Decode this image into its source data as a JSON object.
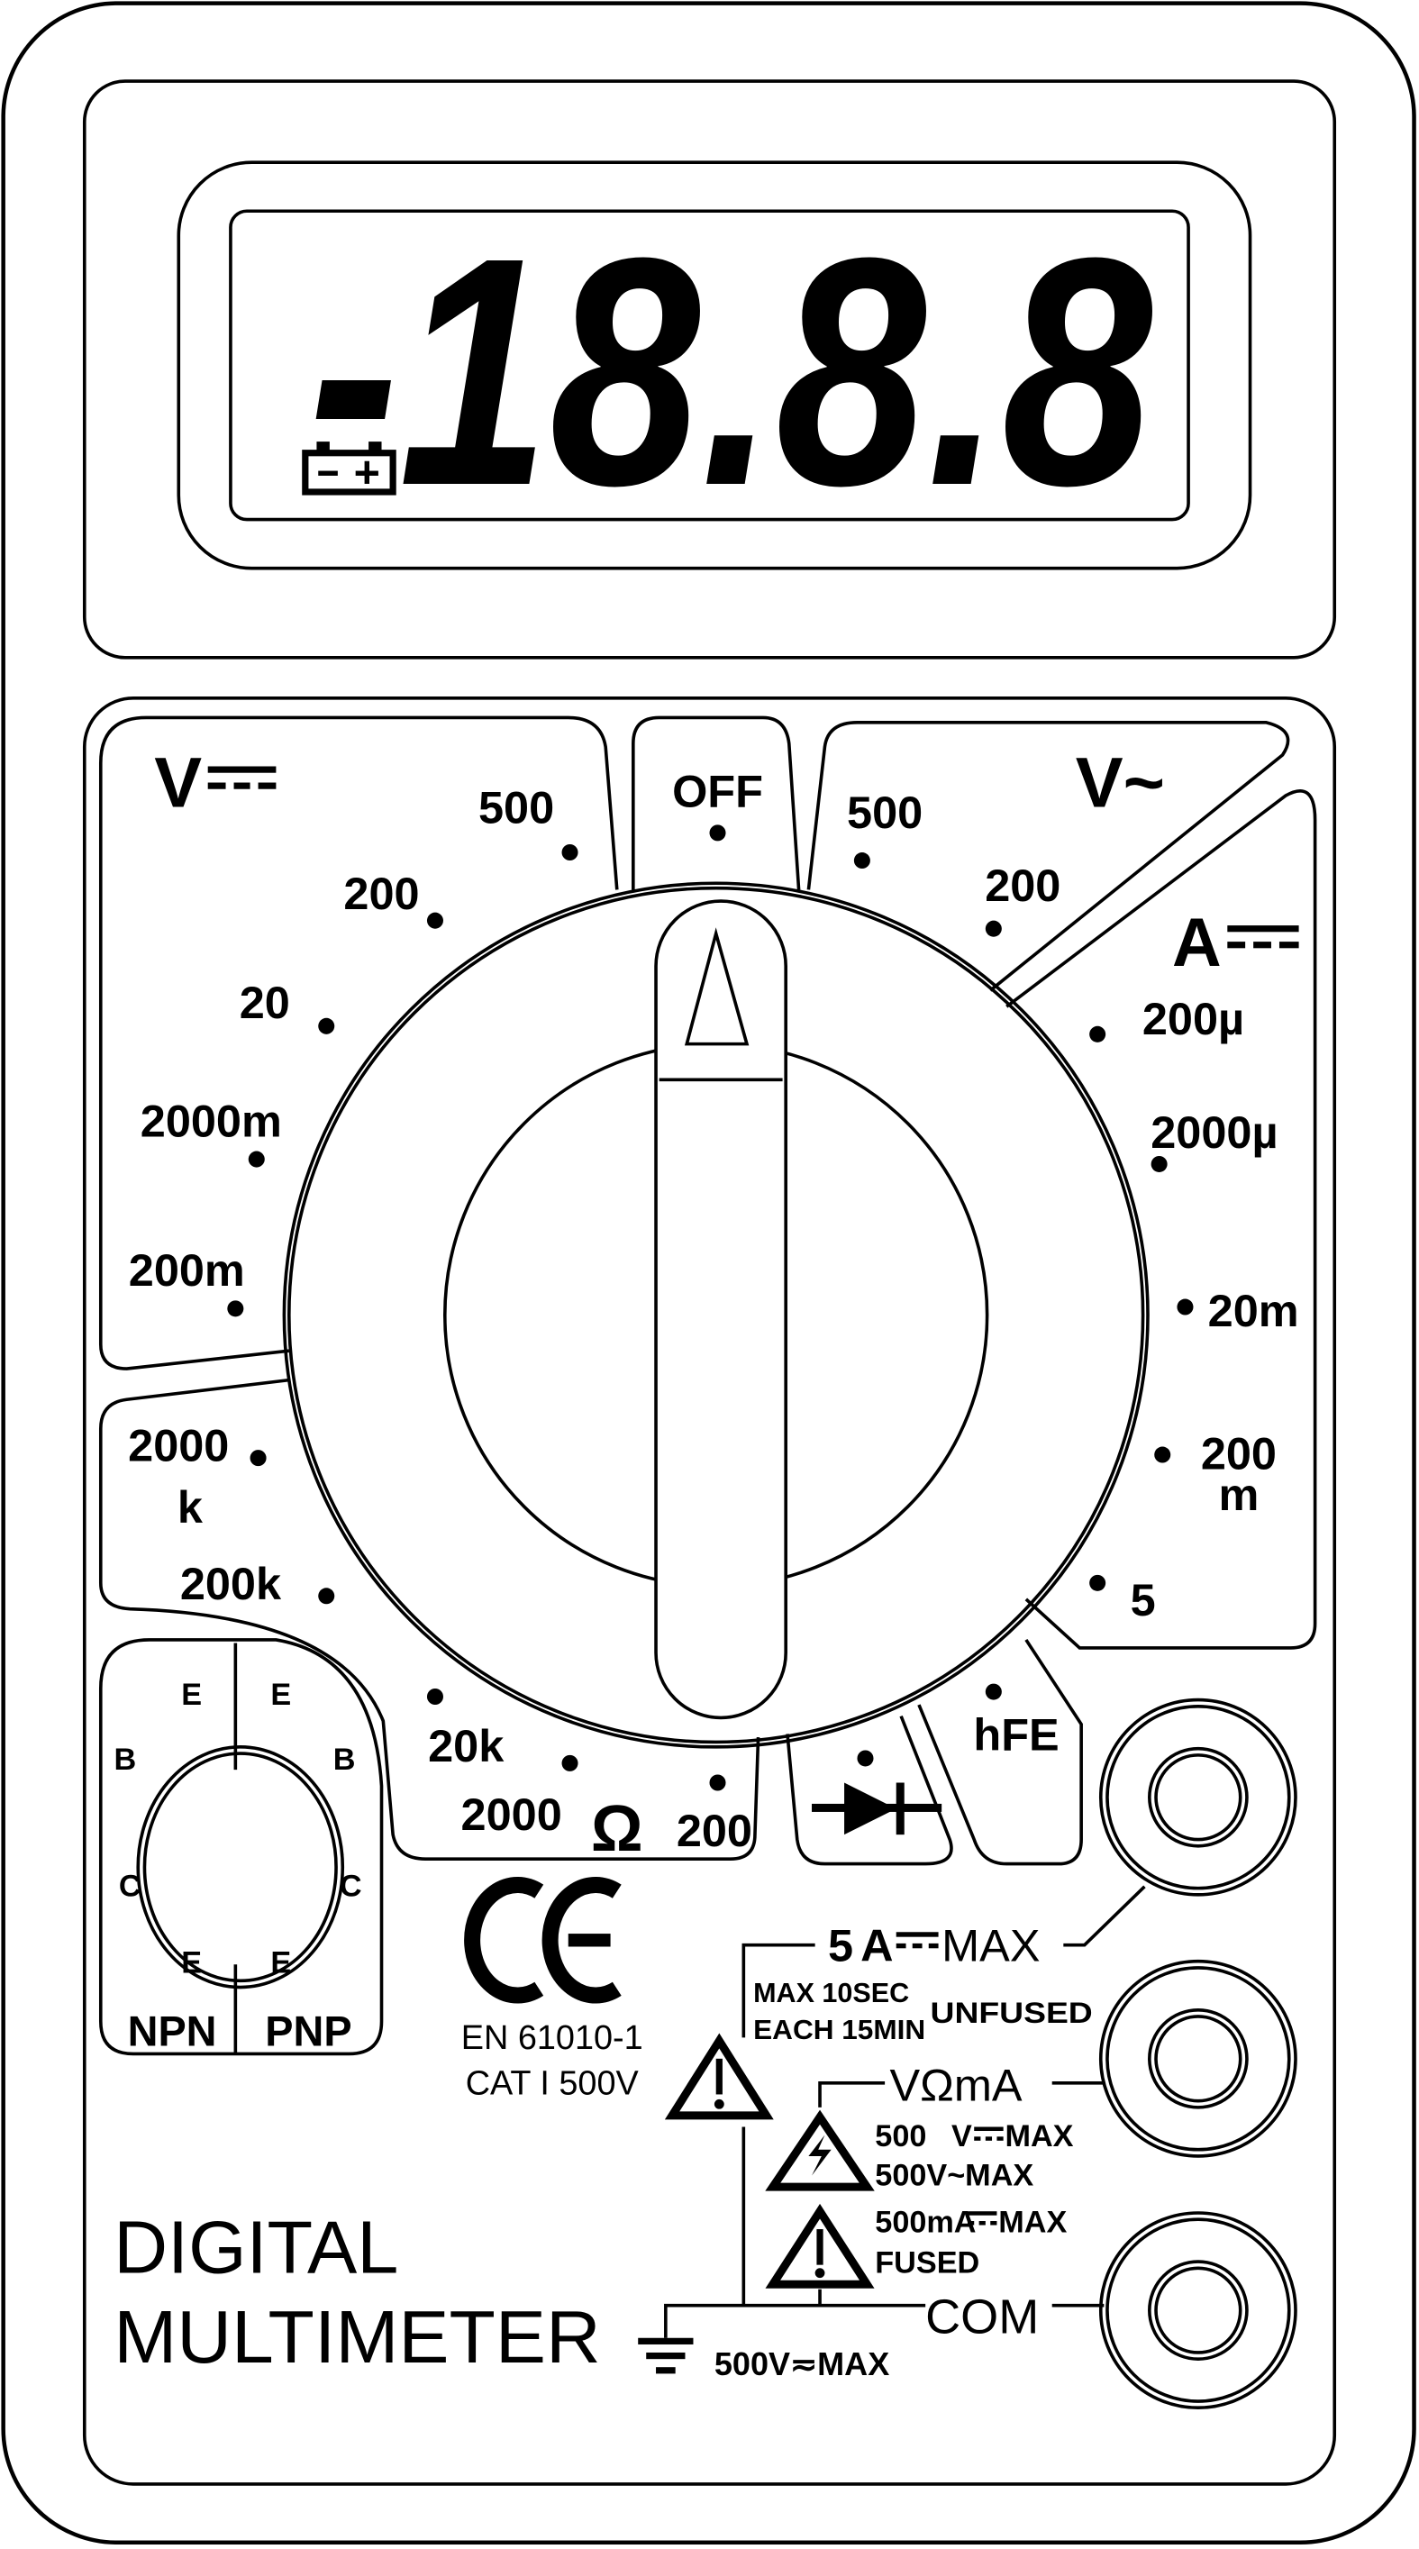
{
  "display": {
    "reading": "-18.8.8",
    "battery_icon": "battery-low-icon"
  },
  "dial": {
    "vdc": {
      "label": "V",
      "ranges": [
        "500",
        "200",
        "20",
        "2000m",
        "200m"
      ]
    },
    "off": "OFF",
    "vac": {
      "label": "V~",
      "ranges": [
        "500",
        "200"
      ]
    },
    "adc": {
      "label": "A",
      "ranges": [
        "200µ",
        "2000µ",
        "20m",
        "200",
        "m",
        "5"
      ]
    },
    "hfe": "hFE",
    "ohm": {
      "label": "Ω",
      "ranges": [
        "2000",
        "k",
        "200k",
        "20k",
        "2000",
        "200"
      ]
    },
    "diode_icon": "diode-icon"
  },
  "transistor_socket": {
    "npn": {
      "label": "NPN",
      "pins": [
        "E",
        "B",
        "C",
        "E"
      ]
    },
    "pnp": {
      "label": "PNP",
      "pins": [
        "E",
        "B",
        "C",
        "E"
      ]
    }
  },
  "certification": {
    "mark": "CE",
    "standard": "EN 61010-1",
    "category": "CAT I 500V"
  },
  "product_name": [
    "DIGITAL",
    "MULTIMETER"
  ],
  "jacks": {
    "amp": {
      "label": "5",
      "unit": "A",
      "suffix": "MAX",
      "note1": "MAX 10SEC",
      "note2": "EACH 15MIN",
      "note3": "UNFUSED"
    },
    "vohm": {
      "label": "VΩmA",
      "rating1a": "500",
      "rating1b": "V",
      "rating1c": "MAX",
      "rating2": "500V~MAX",
      "rating3a": "500mA",
      "rating3b": "MAX",
      "rating4": "FUSED"
    },
    "com": {
      "label": "COM",
      "rating": "500V≂MAX"
    }
  }
}
